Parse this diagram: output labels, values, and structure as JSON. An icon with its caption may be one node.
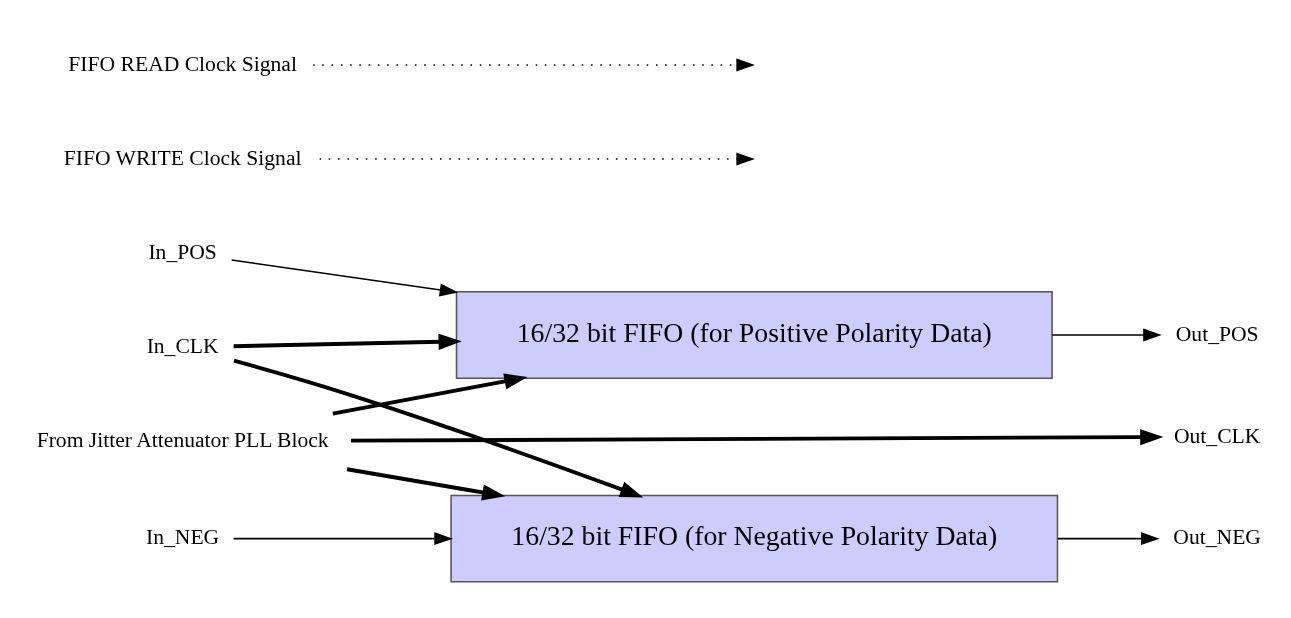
{
  "diagram": {
    "nodes": [
      {
        "text": [
          "In_POS"
        ]
      },
      {
        "text": [
          "16/32 bit FIFO (for Positive Polarity Data)"
        ]
      },
      {
        "text": [
          "Out_POS"
        ]
      },
      {
        "text": [
          "In_CLK"
        ]
      },
      {
        "text": [
          "In_NEG"
        ]
      },
      {
        "text": [
          "16/32 bit FIFO (for Negative Polarity Data)"
        ]
      },
      {
        "text": [
          "Out_NEG"
        ]
      },
      {
        "text": [
          "From Jitter Attenuator PLL Block"
        ]
      },
      {
        "text": [
          "Out_CLK"
        ]
      },
      {
        "text": [
          "FIFO WRITE Clock Signal"
        ]
      },
      {
        "text": [
          "FIFO READ Clock Signal"
        ]
      }
    ],
    "edges": [
      {
        "from": 0,
        "to": 1,
        "arrow": "to"
      },
      {
        "from": 3,
        "to": 1,
        "arrow": "to",
        "style": "thick"
      },
      {
        "from": 3,
        "to": 5,
        "arrow": "to",
        "style": "thick"
      },
      {
        "from": 4,
        "to": 5,
        "arrow": "to"
      },
      {
        "from": 1,
        "to": 2,
        "arrow": "to"
      },
      {
        "from": 5,
        "to": 6,
        "arrow": "to"
      },
      {
        "from": 7,
        "to": 1,
        "arrow": "to",
        "style": "thick"
      },
      {
        "from": 7,
        "to": 5,
        "arrow": "to",
        "style": "thick"
      },
      {
        "from": 7,
        "to": 8,
        "arrow": "to",
        "style": "thick"
      },
      {
        "from": 9,
        "to": null,
        "arrow": "to",
        "style": "dashed"
      },
      {
        "from": 10,
        "to": null,
        "arrow": "to",
        "style": "dashed"
      }
    ]
  }
}
